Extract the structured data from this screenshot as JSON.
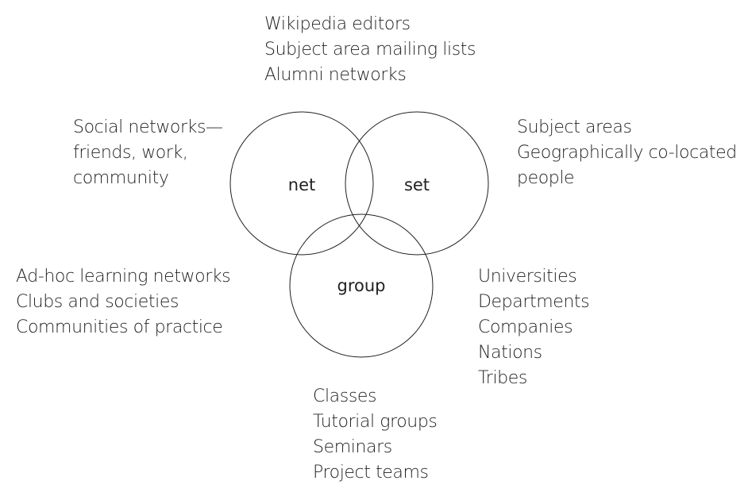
{
  "diagram": {
    "type": "venn",
    "sets": [
      {
        "id": "net",
        "label": "net"
      },
      {
        "id": "set",
        "label": "set"
      },
      {
        "id": "group",
        "label": "group"
      }
    ],
    "annotations": {
      "top": [
        "Wikipedia editors",
        "Subject area mailing lists",
        "Alumni networks"
      ],
      "net": [
        "Social networks—",
        "friends, work,",
        "community"
      ],
      "set": [
        "Subject areas",
        "Geographically co-located",
        "people"
      ],
      "net_group": [
        "Ad-hoc learning networks",
        "Clubs and societies",
        "Communities of practice"
      ],
      "set_group": [
        "Universities",
        "Departments",
        "Companies",
        "Nations",
        "Tribes"
      ],
      "group": [
        "Classes",
        "Tutorial groups",
        "Seminars",
        "Project teams"
      ]
    },
    "stroke_color": "#231f20",
    "text_color": "#231f20"
  }
}
